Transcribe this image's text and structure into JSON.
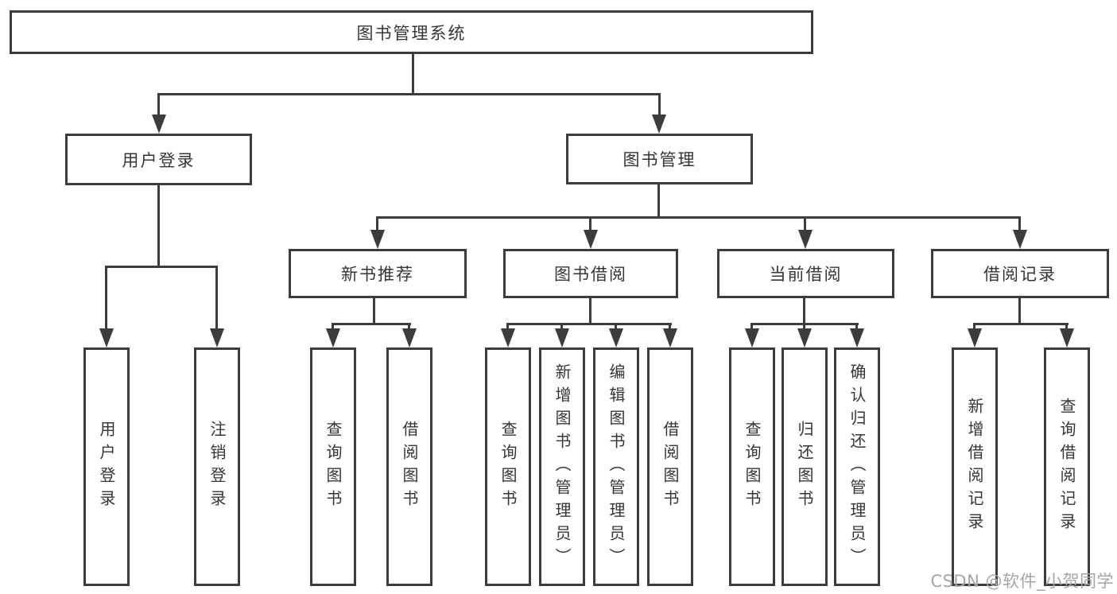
{
  "tree": {
    "label": "图书管理系统",
    "children": [
      {
        "label": "用户登录",
        "children": [
          {
            "label": "用户登录"
          },
          {
            "label": "注销登录"
          }
        ]
      },
      {
        "label": "图书管理",
        "children": [
          {
            "label": "新书推荐",
            "children": [
              {
                "label": "查询图书"
              },
              {
                "label": "借阅图书"
              }
            ]
          },
          {
            "label": "图书借阅",
            "children": [
              {
                "label": "查询图书"
              },
              {
                "label": "新增图书（管理员）"
              },
              {
                "label": "编辑图书（管理员）"
              },
              {
                "label": "借阅图书"
              }
            ]
          },
          {
            "label": "当前借阅",
            "children": [
              {
                "label": "查询图书"
              },
              {
                "label": "归还图书"
              },
              {
                "label": "确认归还（管理员）"
              }
            ]
          },
          {
            "label": "借阅记录",
            "children": [
              {
                "label": "新增借阅记录"
              },
              {
                "label": "查询借阅记录"
              }
            ]
          }
        ]
      }
    ]
  },
  "watermark": "CSDN @软件_小贺同学",
  "colors": {
    "line": "#3c3c3c",
    "text": "#353535",
    "bg": "#ffffff",
    "watermark": "#a6a6a6"
  }
}
